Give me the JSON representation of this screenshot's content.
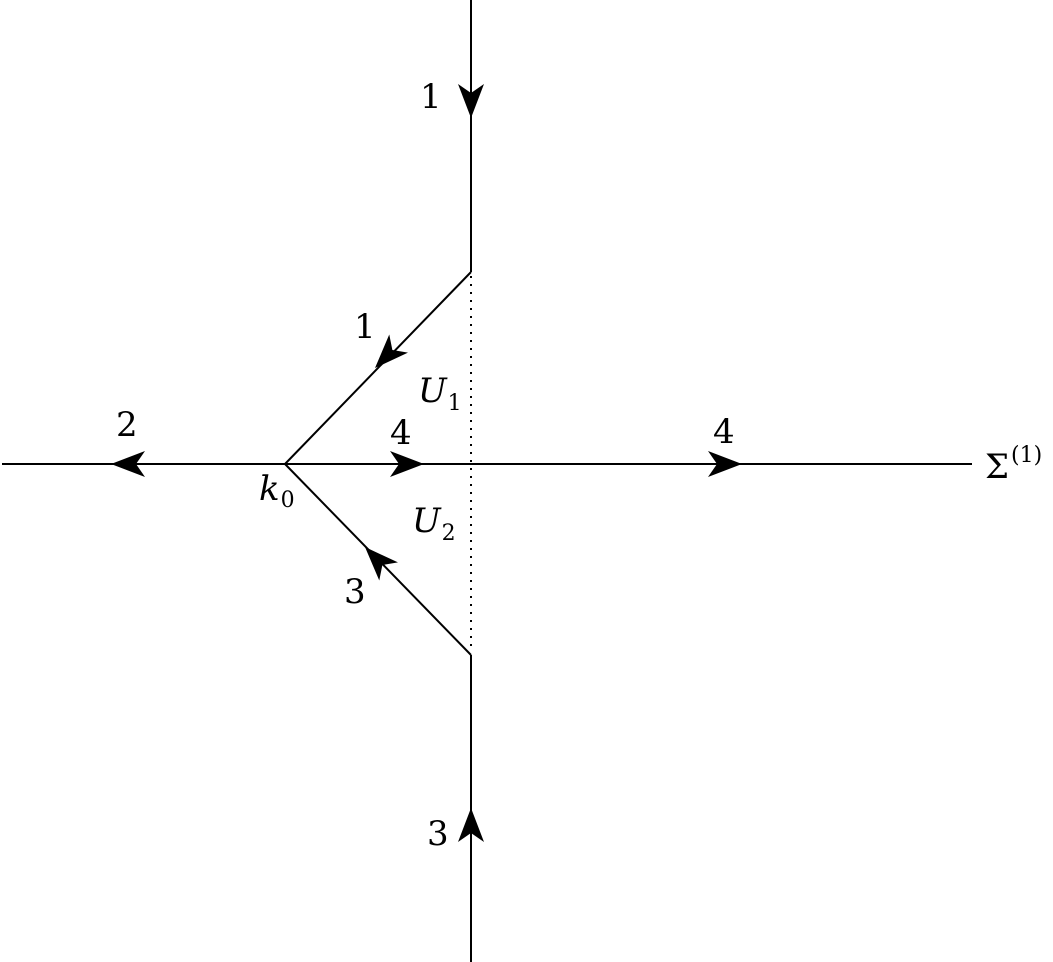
{
  "labels": {
    "top_vertical": "1",
    "upper_diagonal": "1",
    "left_ray": "2",
    "inner_segment": "4",
    "right_ray": "4",
    "lower_diagonal": "3",
    "bottom_vertical": "3"
  },
  "regions": {
    "upper": {
      "letter": "U",
      "subscript": "1"
    },
    "lower": {
      "letter": "U",
      "subscript": "2"
    }
  },
  "point": {
    "letter": "k",
    "subscript": "0"
  },
  "contour_name": {
    "letter": "Σ",
    "superscript": "(1)"
  }
}
